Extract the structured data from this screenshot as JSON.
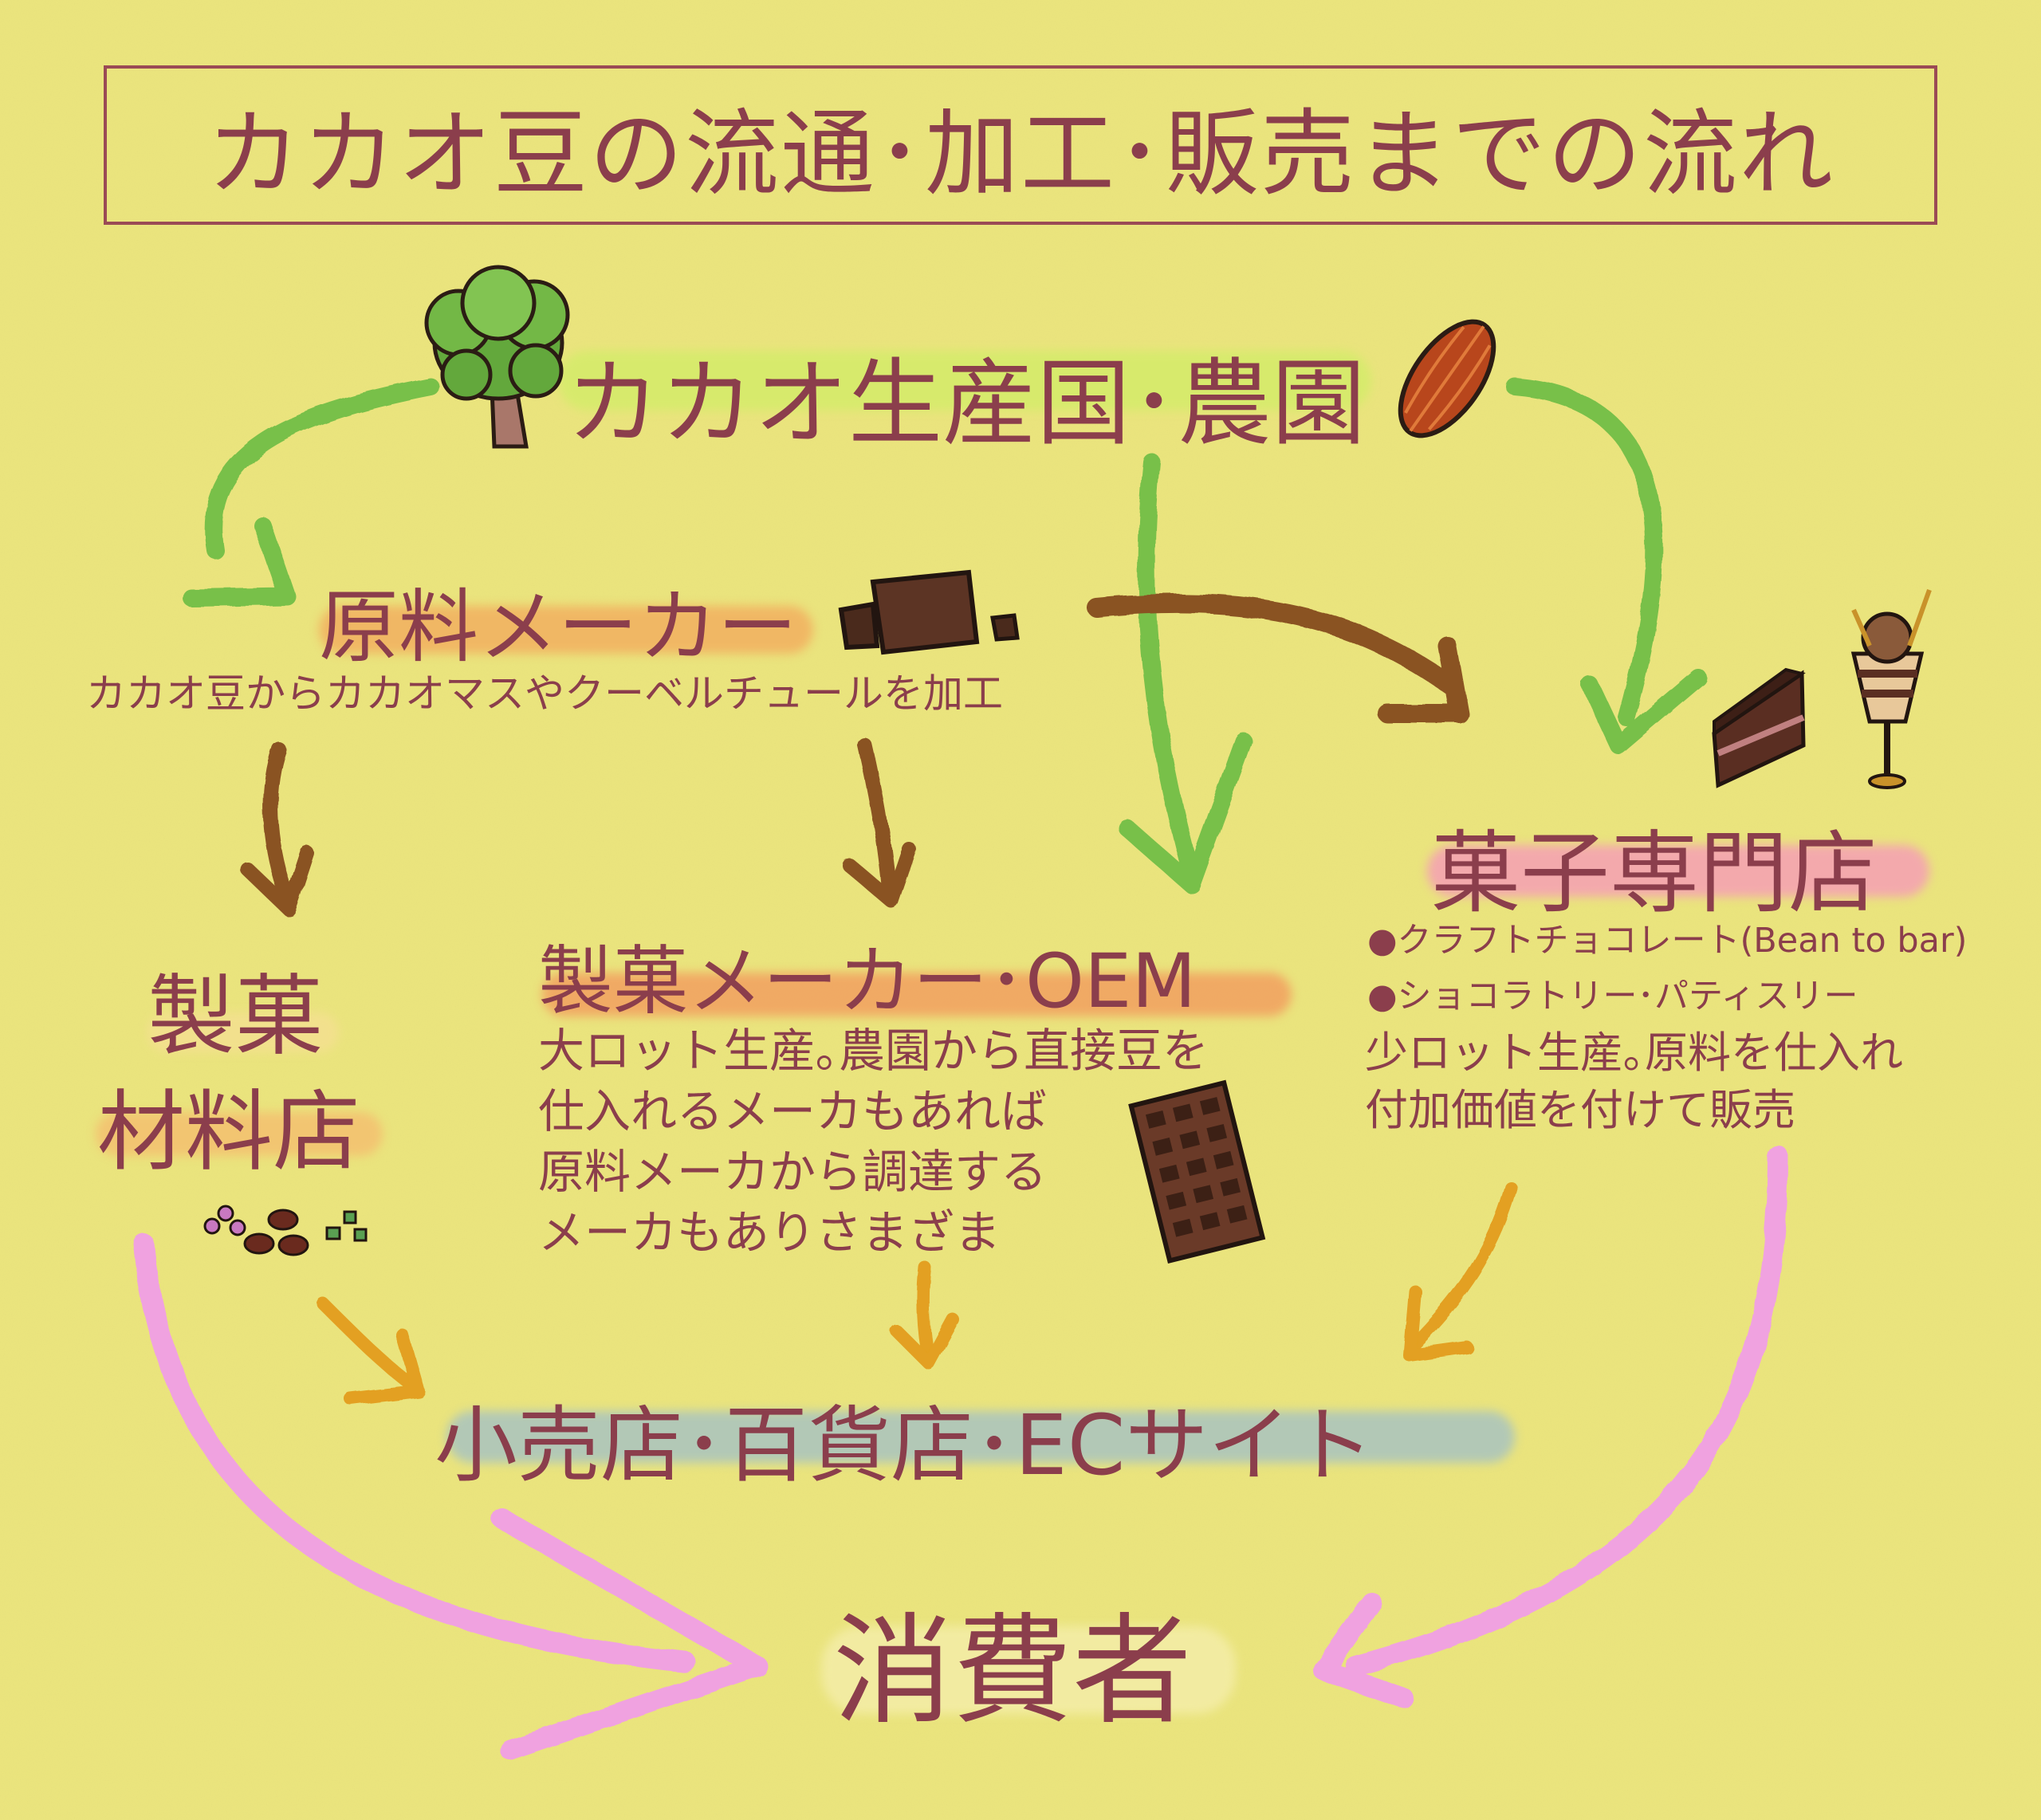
{
  "title": "カカオ豆の流通･加工･販売までの流れ",
  "nodes": {
    "farm": {
      "label": "カカオ生産国･農園"
    },
    "raw_maker": {
      "label": "原料メーカー",
      "description": "カカオ豆からカカオマスやクーベルチュールを加工"
    },
    "confectionery_supply": {
      "label_line1": "製菓",
      "label_line2": "材料店"
    },
    "confectionery_maker": {
      "label": "製菓メーカー･OEM",
      "description": [
        "大ロット生産｡農園から直接豆を",
        "仕入れるメーカもあれば",
        "原料メーカから調達する",
        "メーカもありさまざま"
      ]
    },
    "specialty_shop": {
      "label": "菓子専門店",
      "bullets": [
        "●クラフトチョコレート(Bean to bar)",
        "●ショコラトリー･パティスリー"
      ],
      "description": [
        "少ロット生産｡原料を仕入れ",
        "付加価値を付けて販売"
      ]
    },
    "retail": {
      "label": "小売店･百貨店･ECサイト"
    },
    "consumer": {
      "label": "消費者"
    }
  },
  "colors": {
    "background": "#ece67e",
    "text": "#8b3e4c",
    "arrow_green": "#78c04a",
    "arrow_brown": "#8a5322",
    "arrow_orange": "#e3a020",
    "arrow_pink": "#f0a2e0",
    "highlight_green": "#d4ec6a",
    "highlight_orange": "#f2b060",
    "highlight_pink": "#f59fb5",
    "highlight_blue": "#a9c4c0",
    "highlight_cream": "#f4eda8"
  },
  "icons": [
    "tree-icon",
    "cacao-pod-icon",
    "chocolate-chunk-icon",
    "cake-slice-icon",
    "parfait-icon",
    "chocolate-bar-icon",
    "ingredients-icon"
  ]
}
